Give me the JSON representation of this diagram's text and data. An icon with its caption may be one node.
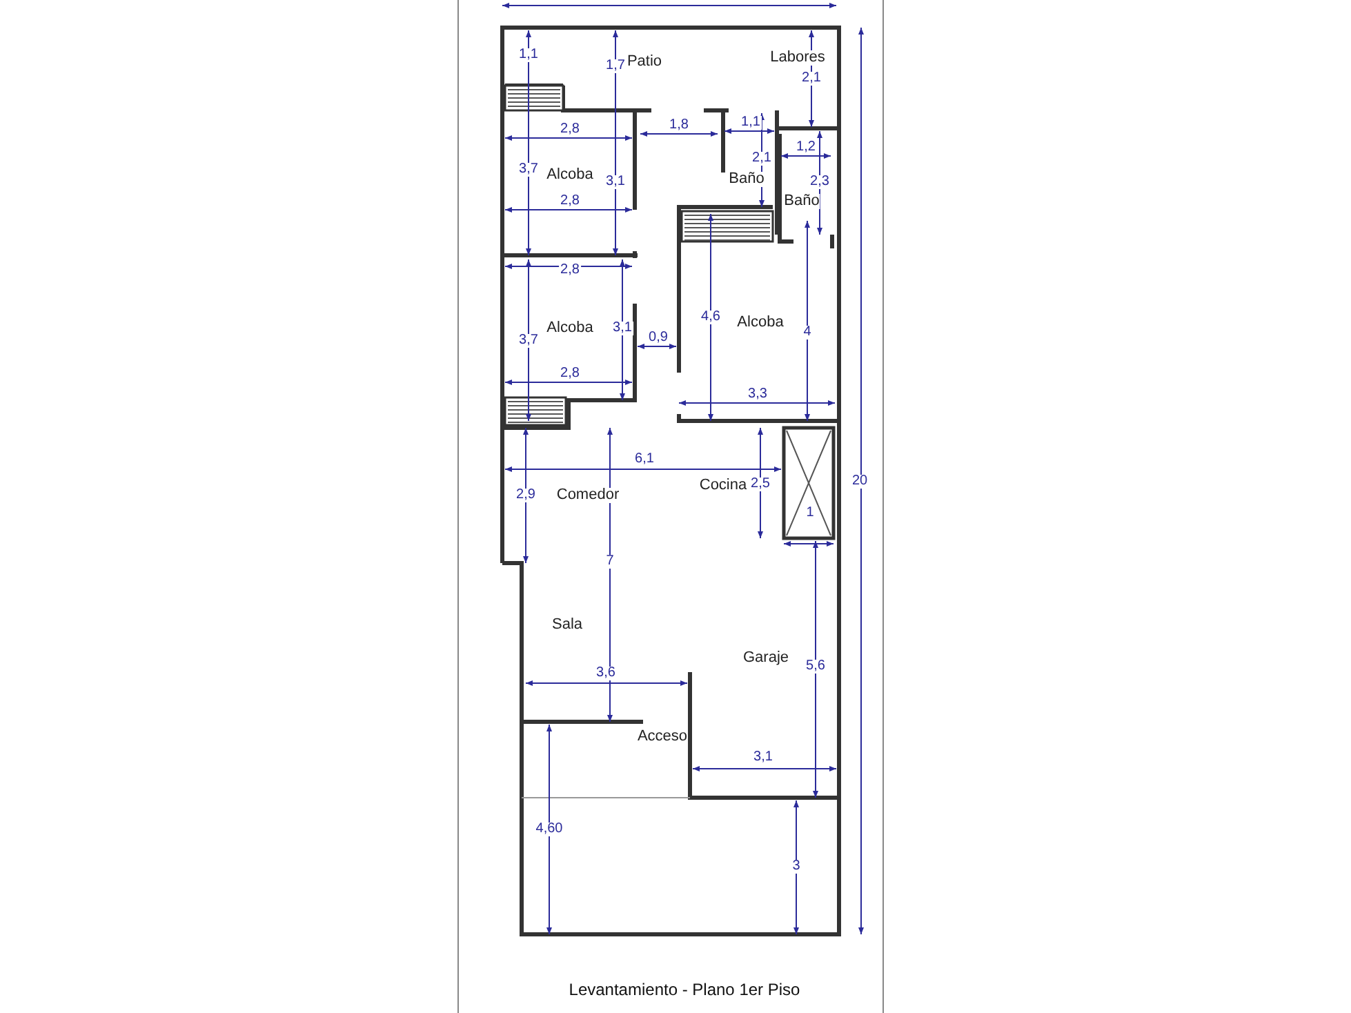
{
  "diagram": {
    "caption": "Levantamiento - Plano 1er Piso",
    "labels": [
      "1,1",
      "1,7",
      "Patio",
      "Labores",
      "2,1",
      "2,8",
      "1,8",
      "1,1",
      "1,2",
      "2,1",
      "3,7",
      "Alcoba",
      "3,1",
      "Baño",
      "2,3",
      "2,8",
      "Baño",
      "2,8",
      "3,7",
      "Alcoba",
      "3,1",
      "0,9",
      "4,6",
      "Alcoba",
      "4",
      "2,8",
      "3,3",
      "6,1",
      "2,9",
      "Comedor",
      "Cocina",
      "2,5",
      "20",
      "1",
      "7",
      "Sala",
      "Garaje",
      "5,6",
      "3,6",
      "Acceso",
      "3,1",
      "4,60",
      "3"
    ]
  }
}
